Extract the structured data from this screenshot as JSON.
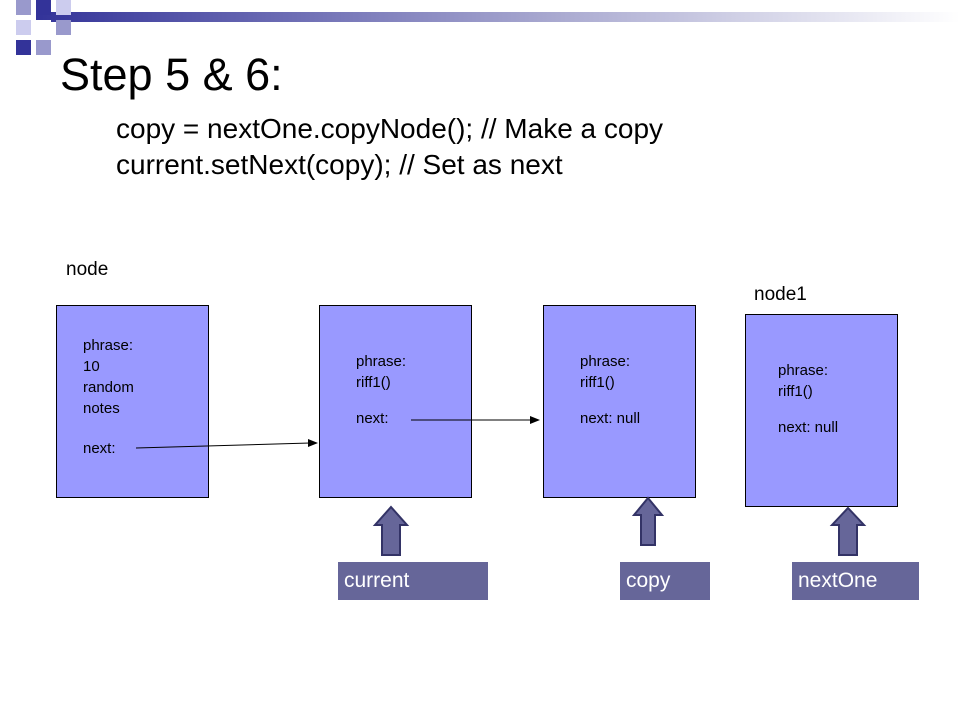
{
  "slide": {
    "title": "Step 5 & 6:",
    "code_lines": [
      "copy = nextOne.copyNode(); // Make a copy",
      "current.setNext(copy); // Set as next"
    ]
  },
  "labels": {
    "node": "node",
    "node1": "node1"
  },
  "nodes": [
    {
      "phrase_label": "phrase:",
      "phrase_value": "10\nrandom\nnotes",
      "next_label": "next:"
    },
    {
      "phrase_label": "phrase:",
      "phrase_value": "riff1()",
      "next_label": "next:"
    },
    {
      "phrase_label": "phrase:",
      "phrase_value": "riff1()",
      "next_label": "next: null"
    },
    {
      "phrase_label": "phrase:",
      "phrase_value": "riff1()",
      "next_label": "next: null"
    }
  ],
  "pointers": {
    "current": "current",
    "copy": "copy",
    "nextOne": "nextOne"
  },
  "colors": {
    "node_fill": "#9999ff",
    "pointer_fill": "#666699",
    "arrow_fill": "#666699",
    "accent": "#333399"
  }
}
